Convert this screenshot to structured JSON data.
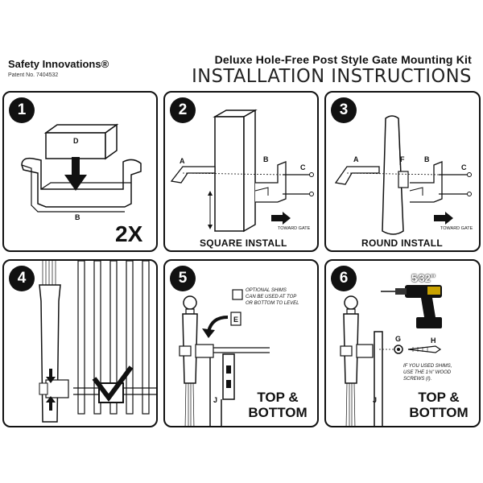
{
  "header": {
    "brand": "Safety Innovations®",
    "patent": "Patent No. 7404532",
    "kit_title": "Deluxe Hole-Free Post Style Gate Mounting Kit",
    "instructions_title": "INSTALLATION INSTRUCTIONS"
  },
  "steps": [
    {
      "number": "1",
      "labels": {
        "d": "D",
        "b": "B"
      },
      "qty": "2X"
    },
    {
      "number": "2",
      "labels": {
        "a": "A",
        "b": "B",
        "c": "C"
      },
      "direction": "TOWARD GATE",
      "caption": "SQUARE INSTALL"
    },
    {
      "number": "3",
      "labels": {
        "a": "A",
        "f": "F",
        "b": "B",
        "c": "C"
      },
      "direction": "TOWARD GATE",
      "caption": "ROUND INSTALL"
    },
    {
      "number": "4"
    },
    {
      "number": "5",
      "labels": {
        "e": "E",
        "j": "J"
      },
      "note_line1": "Optional shims",
      "note_line2": "can be used at top",
      "note_line3": "or bottom to level",
      "caption_line1": "TOP &",
      "caption_line2": "BOTTOM"
    },
    {
      "number": "6",
      "drill_size": "5⁄32\"",
      "labels": {
        "g": "G",
        "h": "H",
        "j": "J"
      },
      "note_line1": "If you used shims,",
      "note_line2": "use the 1¾\" wood",
      "note_line3": "screws (I).",
      "caption_line1": "TOP &",
      "caption_line2": "BOTTOM"
    }
  ]
}
